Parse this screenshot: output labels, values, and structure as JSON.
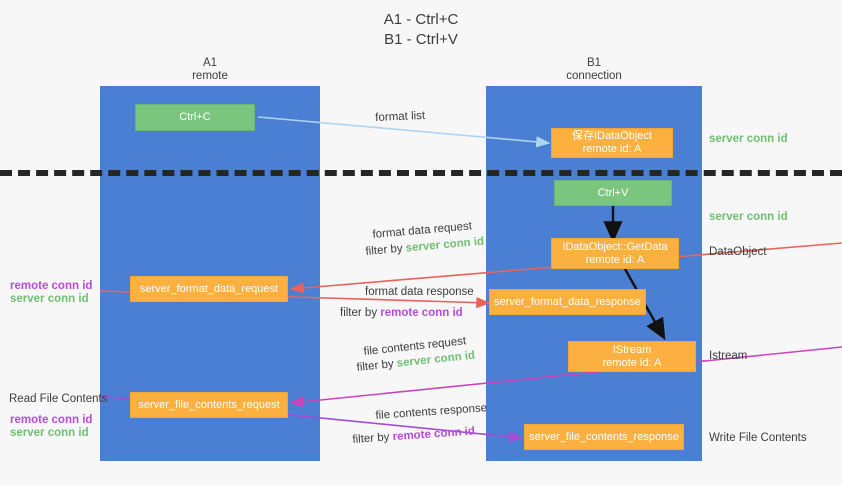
{
  "diagram": {
    "title_line1": "A1 - Ctrl+C",
    "title_line2": "B1 - Ctrl+V",
    "lanes": [
      {
        "name": "A1",
        "sub": "remote"
      },
      {
        "name": "B1",
        "sub": "connection"
      }
    ],
    "boxes": {
      "ctrl_c": "Ctrl+C",
      "ctrl_v": "Ctrl+V",
      "set_dataobject_line1": "保存IDataObject",
      "set_dataobject_line2": "remote id: A",
      "getdata_line1": "IDataObject::GetData",
      "getdata_line2": "remote id: A",
      "istream_line1": "IStream",
      "istream_line2": "remote id: A",
      "server_format_data_request": "server_format_data_request",
      "server_format_data_response": "server_format_data_response",
      "server_file_contents_request": "server_file_contents_request",
      "server_file_contents_response": "server_file_contents_response"
    },
    "right_labels": {
      "server_conn_id_1": "server conn id",
      "server_conn_id_2": "server conn id",
      "dataobject": "DataObject",
      "istream": "Istream",
      "write_file_contents": "Write File Contents"
    },
    "left_labels": {
      "remote_conn_id_1": "remote conn id",
      "server_conn_id_1": "server conn id",
      "read_file_contents": "Read File Contents",
      "remote_conn_id_2": "remote conn id",
      "server_conn_id_2": "server conn id"
    },
    "arrow_labels": {
      "format_list": "format list",
      "format_data_request": "format data request",
      "format_data_request_filter_prefix": "filter by ",
      "format_data_request_filter_value": "server conn id",
      "format_data_response": "format data response",
      "format_data_response_filter_prefix": "filter by ",
      "format_data_response_filter_value": "remote conn id",
      "file_contents_request": "file contents request",
      "file_contents_request_filter_prefix": "filter by ",
      "file_contents_request_filter_value": "server conn id",
      "file_contents_response": "file contents response",
      "file_contents_response_filter_prefix": "filter by ",
      "file_contents_response_filter_value": "remote conn id"
    },
    "colors": {
      "lane": "#4a7fd4",
      "green_box": "#7ac67f",
      "orange_box": "#fbb040",
      "arrow_light_blue": "#aed4f0",
      "arrow_red": "#e8635a",
      "arrow_magenta": "#cc44bb",
      "arrow_purple": "#a64bd8",
      "arrow_black": "#111111",
      "divider": "#262626",
      "text_green": "#6fbf73",
      "text_purple": "#b74bd8"
    }
  }
}
